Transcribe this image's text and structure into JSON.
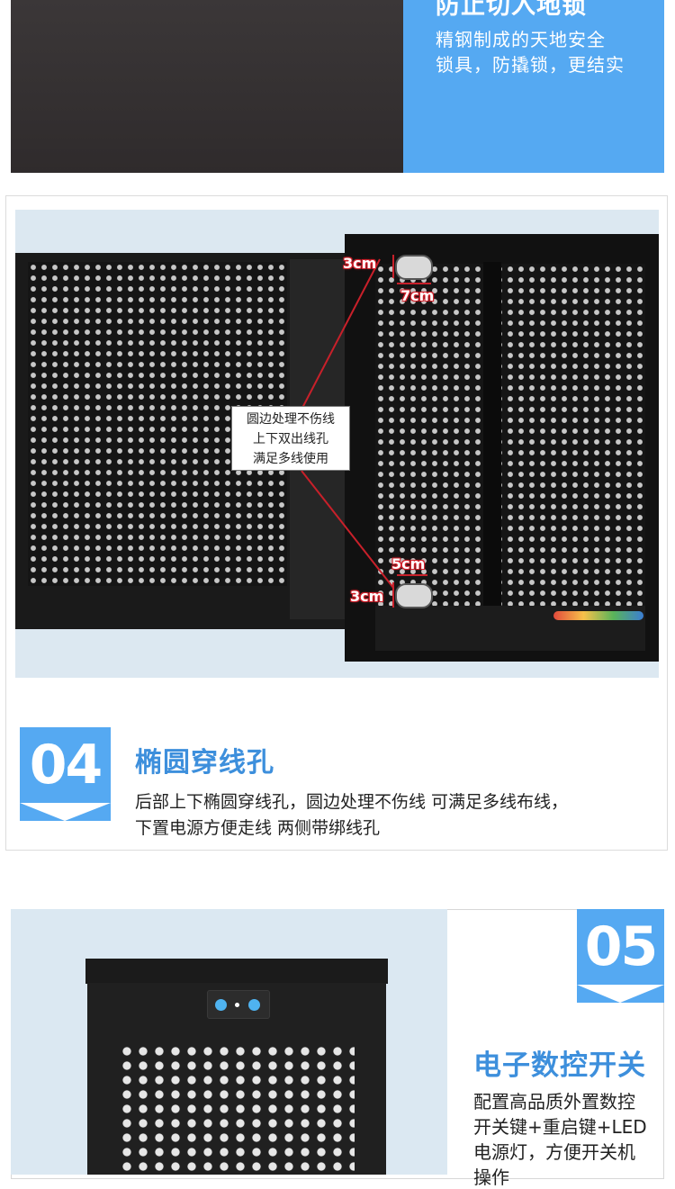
{
  "section1": {
    "title": "防止切入地锁",
    "lines": [
      "精钢制成的天地安全",
      "锁具，防撬锁，更结实"
    ],
    "accent": "#55a9f2"
  },
  "section2": {
    "badge": "04",
    "title": "椭圆穿线孔",
    "desc": [
      "后部上下椭圆穿线孔，圆边处理不伤线 可满足多线布线，",
      "下置电源方便走线 两侧带绑线孔"
    ],
    "callout": [
      "圆边处理不伤线",
      "上下双出线孔",
      "满足多线使用"
    ],
    "dims": {
      "top_height": "3cm",
      "top_width": "7cm",
      "bottom_width": "5cm",
      "bottom_height": "3cm"
    },
    "accent": "#55a9f2",
    "dim_color": "#d3202a"
  },
  "section3": {
    "badge": "05",
    "title": "电子数控开关",
    "lines": [
      "配置高品质外置数控",
      "开关键+重启键+LED",
      "电源灯，方便开关机",
      "操作"
    ],
    "accent": "#55a9f2"
  }
}
